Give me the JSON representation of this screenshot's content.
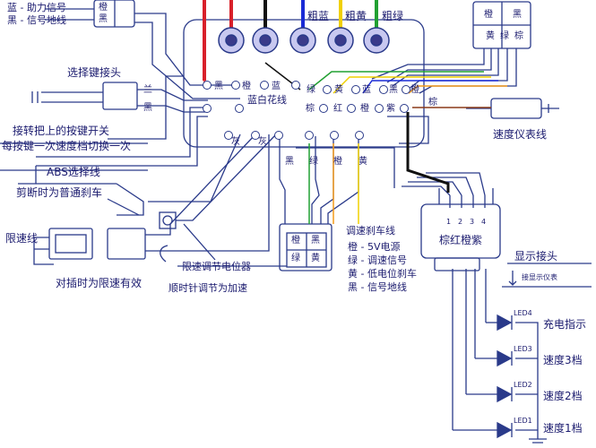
{
  "colors": {
    "line": "#2a3a8a",
    "accent_red": "#d8202a",
    "accent_blue": "#1a2bd6",
    "accent_yellow": "#f0d000",
    "accent_green": "#21a032",
    "accent_orange": "#f29a1a",
    "accent_brown": "#8a3a18"
  },
  "top_left": {
    "line1": "蓝 - 助力信号",
    "line2": "黑 - 信号地线"
  },
  "top_left_connector": {
    "a": "橙",
    "b": "黑"
  },
  "top_right_connector": {
    "c1": "橙",
    "c2": "黑",
    "c3": "黄",
    "c4": "绿",
    "c5": "棕"
  },
  "thick_wires": {
    "blue": "粗蓝",
    "yellow": "粗黄",
    "green": "粗绿"
  },
  "controller": {
    "row1": [
      "黑",
      "橙",
      "蓝",
      "绿",
      "黄",
      "蓝",
      "黑",
      "橙"
    ],
    "center": "蓝白花线",
    "row2": [
      "棕",
      "红",
      "橙",
      "紫",
      "棕"
    ],
    "bottom_pins": [
      "灰",
      "灰"
    ],
    "bottom_row": [
      "黑",
      "绿",
      "橙",
      "黄"
    ]
  },
  "selector": {
    "title": "选择键接头",
    "blue": "兰",
    "black": "黑",
    "desc1": "接转把上的按键开关",
    "desc2": "每按键一次速度档切换一次"
  },
  "speedometer": {
    "label": "速度仪表线"
  },
  "abs": {
    "title": "ABS选择线",
    "desc": "剪断时为普通刹车"
  },
  "speed_limit": {
    "label": "限速线",
    "desc": "对插时为限速有效"
  },
  "potentiometer": {
    "label": "限速调节电位器",
    "desc": "顺时针调节为加速"
  },
  "brake_connector": {
    "title": "调速刹车线",
    "cells": [
      "橙",
      "黑",
      "绿",
      "黄"
    ],
    "legend": [
      "橙 - 5V电源",
      "绿 - 调速信号",
      "黄 - 低电位刹车",
      "黑 - 信号地线"
    ]
  },
  "display_connector": {
    "numbers": [
      "1",
      "2",
      "3",
      "4"
    ],
    "label": "棕红橙紫",
    "title": "显示接头",
    "sub": "接显示仪表"
  },
  "leds": [
    {
      "name": "LED4",
      "label": "充电指示"
    },
    {
      "name": "LED3",
      "label": "速度3档"
    },
    {
      "name": "LED2",
      "label": "速度2档"
    },
    {
      "name": "LED1",
      "label": "速度1档"
    }
  ]
}
